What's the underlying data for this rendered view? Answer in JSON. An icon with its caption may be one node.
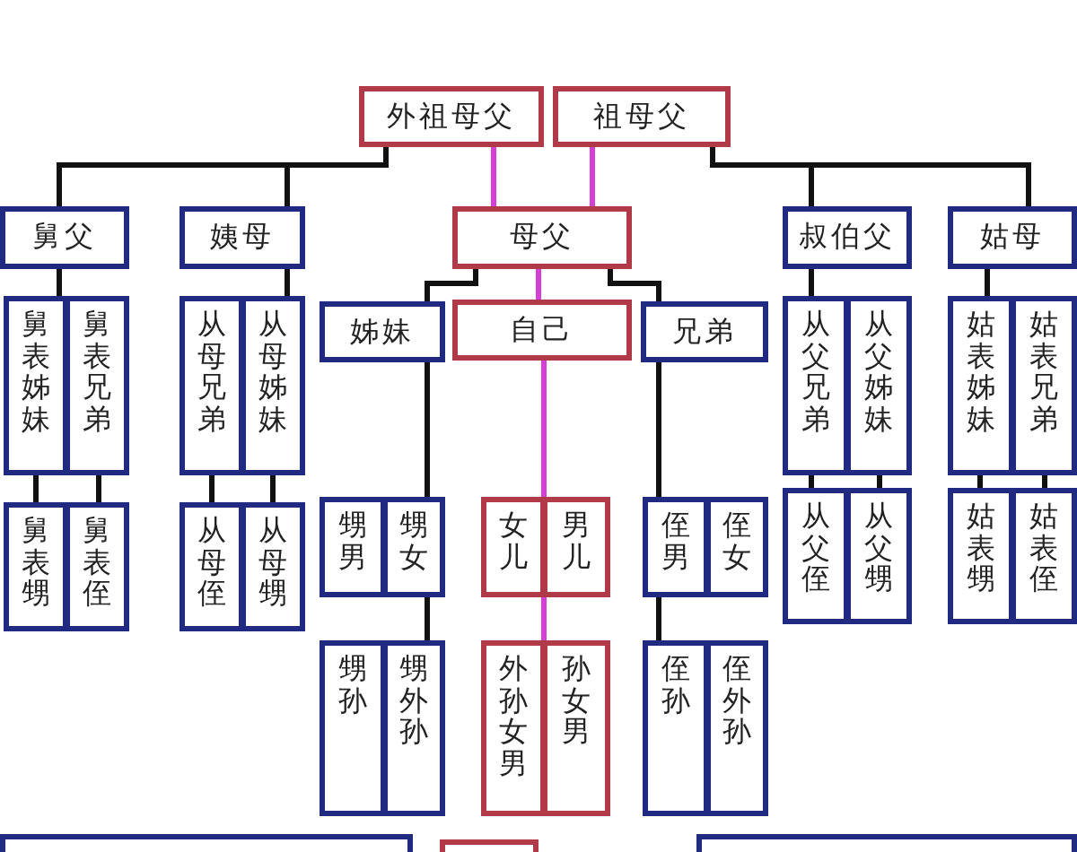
{
  "diagram": {
    "nodes": [
      {
        "text": [
          "外祖母父"
        ]
      },
      {
        "text": [
          "祖母父"
        ]
      },
      {
        "text": [
          "舅父"
        ]
      },
      {
        "text": [
          "姨母"
        ]
      },
      {
        "text": [
          "母父"
        ]
      },
      {
        "text": [
          "叔伯父"
        ]
      },
      {
        "text": [
          "姑母"
        ]
      },
      {
        "text": [
          "姊妹"
        ]
      },
      {
        "text": [
          "自己"
        ]
      },
      {
        "text": [
          "兄弟"
        ]
      },
      {
        "text": [
          "舅表姊妹"
        ]
      },
      {
        "text": [
          "舅表兄弟"
        ]
      },
      {
        "text": [
          "从母兄弟"
        ]
      },
      {
        "text": [
          "从母姊妹"
        ]
      },
      {
        "text": [
          "从父兄弟"
        ]
      },
      {
        "text": [
          "从父姊妹"
        ]
      },
      {
        "text": [
          "姑表姊妹"
        ]
      },
      {
        "text": [
          "姑表兄弟"
        ]
      },
      {
        "text": [
          "舅表甥"
        ]
      },
      {
        "text": [
          "舅表侄"
        ]
      },
      {
        "text": [
          "从母侄"
        ]
      },
      {
        "text": [
          "从母甥"
        ]
      },
      {
        "text": [
          "甥男"
        ]
      },
      {
        "text": [
          "甥女"
        ]
      },
      {
        "text": [
          "女儿"
        ]
      },
      {
        "text": [
          "男儿"
        ]
      },
      {
        "text": [
          "侄男"
        ]
      },
      {
        "text": [
          "侄女"
        ]
      },
      {
        "text": [
          "从父侄"
        ]
      },
      {
        "text": [
          "从父甥"
        ]
      },
      {
        "text": [
          "姑表甥"
        ]
      },
      {
        "text": [
          "姑表侄"
        ]
      },
      {
        "text": [
          "甥孙"
        ]
      },
      {
        "text": [
          "甥外孙"
        ]
      },
      {
        "text": [
          "外孙女男"
        ]
      },
      {
        "text": [
          "孙女男"
        ]
      },
      {
        "text": [
          "侄孙"
        ]
      },
      {
        "text": [
          "侄外孙"
        ]
      },
      {
        "text": [],
        "shape": "box"
      },
      {
        "text": [],
        "shape": "box"
      },
      {
        "text": [],
        "shape": "box"
      }
    ],
    "edges": [
      {
        "from": 0,
        "to": 2,
        "arrow": "none"
      },
      {
        "from": 0,
        "to": 3,
        "arrow": "none"
      },
      {
        "from": 0,
        "to": 4,
        "arrow": "none",
        "color": "#d63fd6"
      },
      {
        "from": 1,
        "to": 4,
        "arrow": "none",
        "color": "#d63fd6"
      },
      {
        "from": 1,
        "to": 5,
        "arrow": "none"
      },
      {
        "from": 1,
        "to": 6,
        "arrow": "none"
      },
      {
        "from": 4,
        "to": 7,
        "arrow": "none"
      },
      {
        "from": 4,
        "to": 8,
        "arrow": "none",
        "color": "#d63fd6"
      },
      {
        "from": 4,
        "to": 9,
        "arrow": "none"
      },
      {
        "from": 2,
        "to": 10,
        "arrow": "none"
      },
      {
        "from": 3,
        "to": 13,
        "arrow": "none"
      },
      {
        "from": 5,
        "to": 14,
        "arrow": "none"
      },
      {
        "from": 6,
        "to": 16,
        "arrow": "none"
      },
      {
        "from": 10,
        "to": 18,
        "arrow": "none"
      },
      {
        "from": 11,
        "to": 19,
        "arrow": "none"
      },
      {
        "from": 12,
        "to": 20,
        "arrow": "none"
      },
      {
        "from": 13,
        "to": 21,
        "arrow": "none"
      },
      {
        "from": 14,
        "to": 28,
        "arrow": "none"
      },
      {
        "from": 15,
        "to": 29,
        "arrow": "none"
      },
      {
        "from": 16,
        "to": 30,
        "arrow": "none"
      },
      {
        "from": 17,
        "to": 31,
        "arrow": "none"
      },
      {
        "from": 7,
        "to": 23,
        "arrow": "none"
      },
      {
        "from": 8,
        "to": 25,
        "arrow": "none",
        "color": "#d63fd6"
      },
      {
        "from": 9,
        "to": 26,
        "arrow": "none"
      },
      {
        "from": 23,
        "to": 33,
        "arrow": "none"
      },
      {
        "from": 25,
        "to": 35,
        "arrow": "none",
        "color": "#d63fd6"
      },
      {
        "from": 26,
        "to": 36,
        "arrow": "none"
      }
    ]
  }
}
